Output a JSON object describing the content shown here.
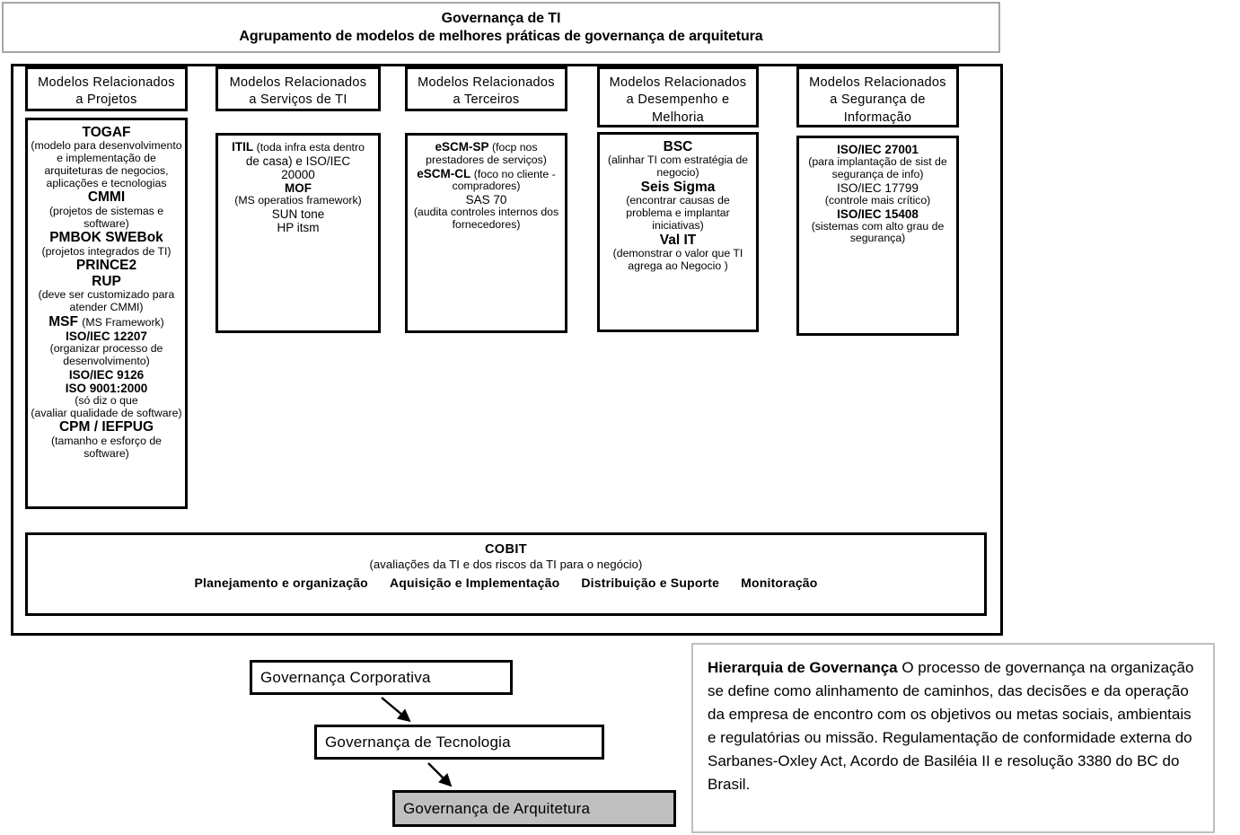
{
  "header": {
    "line1": "Governança de TI",
    "line2": "Agrupamento de modelos de melhores práticas de governança de arquitetura"
  },
  "columns": [
    {
      "id": "projetos",
      "title_line1": "Modelos  Relacionados",
      "title_line2": "a Projetos",
      "items": [
        {
          "name": "TOGAF",
          "weight": "bold",
          "size": "big"
        },
        {
          "name": "(modelo para desenvolvimento",
          "weight": "normal",
          "size": "sm"
        },
        {
          "name": "e implementação de",
          "weight": "normal",
          "size": "sm"
        },
        {
          "name": "arquiteturas de negocios,",
          "weight": "normal",
          "size": "sm"
        },
        {
          "name": "aplicações e tecnologias",
          "weight": "normal",
          "size": "sm"
        },
        {
          "name": "CMMI",
          "weight": "bold",
          "size": "big"
        },
        {
          "name": "(projetos de sistemas e",
          "weight": "normal",
          "size": "sm"
        },
        {
          "name": "software)",
          "weight": "normal",
          "size": "sm"
        },
        {
          "name": "PMBOK  SWEBok",
          "weight": "bold",
          "size": "big"
        },
        {
          "name": "(projetos integrados de TI)",
          "weight": "normal",
          "size": "sm"
        },
        {
          "name": "PRINCE2",
          "weight": "bold",
          "size": "big"
        },
        {
          "name": "RUP",
          "weight": "bold",
          "size": "big"
        },
        {
          "name": "(deve ser customizado para",
          "weight": "normal",
          "size": "sm"
        },
        {
          "name": "atender CMMI)",
          "weight": "normal",
          "size": "sm"
        },
        {
          "name": "MSF_MIXED",
          "weight": "mixed",
          "size": "big",
          "bold_part": "MSF ",
          "normal_part": "(MS Framework)"
        },
        {
          "name": "ISO/IEC 12207",
          "weight": "bold",
          "size": "mid"
        },
        {
          "name": "(organizar processo de",
          "weight": "normal",
          "size": "sm"
        },
        {
          "name": "desenvolvimento)",
          "weight": "normal",
          "size": "sm"
        },
        {
          "name": "ISO/IEC 9126",
          "weight": "bold",
          "size": "mid"
        },
        {
          "name": "ISO 9001:2000",
          "weight": "bold",
          "size": "mid"
        },
        {
          "name": "(só diz o que",
          "weight": "normal",
          "size": "sm"
        },
        {
          "name": "(avaliar qualidade de software)",
          "weight": "normal",
          "size": "sm"
        },
        {
          "name": "CPM / IEFPUG",
          "weight": "bold",
          "size": "big"
        },
        {
          "name": "(tamanho e esforço de",
          "weight": "normal",
          "size": "sm"
        },
        {
          "name": "software)",
          "weight": "normal",
          "size": "sm"
        }
      ]
    },
    {
      "id": "servicos",
      "title_line1": "Modelos  Relacionados",
      "title_line2": "a Serviços de TI",
      "items": [
        {
          "name": "ITIL_MIXED",
          "weight": "mixed",
          "size": "mid",
          "bold_part": "ITIL ",
          "normal_part": "(toda infra esta dentro"
        },
        {
          "name": "de casa) e ISO/IEC",
          "weight": "normal",
          "size": "mid"
        },
        {
          "name": "20000",
          "weight": "normal",
          "size": "mid"
        },
        {
          "name": "MOF",
          "weight": "bold",
          "size": "mid"
        },
        {
          "name": "(MS operatios framework)",
          "weight": "normal",
          "size": "sm"
        },
        {
          "name": "SUN tone",
          "weight": "normal",
          "size": "mid"
        },
        {
          "name": "HP itsm",
          "weight": "normal",
          "size": "mid"
        }
      ]
    },
    {
      "id": "terceiros",
      "title_line1": "Modelos  Relacionados",
      "title_line2": "a Terceiros",
      "items": [
        {
          "name": "ESCMSP_MIXED",
          "weight": "mixed",
          "size": "mid",
          "bold_part": "eSCM-SP ",
          "normal_part": "(focp nos"
        },
        {
          "name": "prestadores de serviços)",
          "weight": "normal",
          "size": "sm"
        },
        {
          "name": "ESCMCL_MIXED",
          "weight": "mixed",
          "size": "mid",
          "bold_part": "eSCM-CL ",
          "normal_part": " (foco no cliente -"
        },
        {
          "name": "compradores)",
          "weight": "normal",
          "size": "sm"
        },
        {
          "name": "SAS 70",
          "weight": "normal",
          "size": "mid"
        },
        {
          "name": "(audita controles internos dos",
          "weight": "normal",
          "size": "sm"
        },
        {
          "name": "fornecedores)",
          "weight": "normal",
          "size": "sm"
        }
      ]
    },
    {
      "id": "desempenho",
      "title_line1": "Modelos  Relacionados",
      "title_line2": "a Desempenho  e",
      "title_line3": "Melhoria",
      "items": [
        {
          "name": "BSC",
          "weight": "bold",
          "size": "big"
        },
        {
          "name": "(alinhar TI com estratégia de",
          "weight": "normal",
          "size": "sm"
        },
        {
          "name": "negocio)",
          "weight": "normal",
          "size": "sm"
        },
        {
          "name": "Seis Sigma",
          "weight": "bold",
          "size": "big"
        },
        {
          "name": "(encontrar causas de",
          "weight": "normal",
          "size": "sm"
        },
        {
          "name": "problema e implantar",
          "weight": "normal",
          "size": "sm"
        },
        {
          "name": "iniciativas)",
          "weight": "normal",
          "size": "sm"
        },
        {
          "name": "Val IT",
          "weight": "bold",
          "size": "big"
        },
        {
          "name": "(demonstrar o valor que TI",
          "weight": "normal",
          "size": "sm"
        },
        {
          "name": "agrega ao Negocio )",
          "weight": "normal",
          "size": "sm"
        }
      ]
    },
    {
      "id": "seguranca",
      "title_line1": "Modelos  Relacionados",
      "title_line2": "a Segurança de",
      "title_line3": "Informação",
      "items": [
        {
          "name": "ISO/IEC 27001",
          "weight": "bold",
          "size": "mid"
        },
        {
          "name": "(para implantação de sist de",
          "weight": "normal",
          "size": "sm"
        },
        {
          "name": "segurança de info)",
          "weight": "normal",
          "size": "sm"
        },
        {
          "name": "ISO/IEC 17799",
          "weight": "normal",
          "size": "mid"
        },
        {
          "name": "(controle mais crítico)",
          "weight": "normal",
          "size": "sm"
        },
        {
          "name": "ISO/IEC 15408",
          "weight": "bold",
          "size": "mid"
        },
        {
          "name": "(sistemas com alto grau de",
          "weight": "normal",
          "size": "sm"
        },
        {
          "name": "segurança)",
          "weight": "normal",
          "size": "sm"
        }
      ]
    }
  ],
  "cobit": {
    "title": "COBIT",
    "subtitle": "(avaliações da TI e dos riscos da TI para o negócio)",
    "domains": [
      "Planejamento  e organização",
      "Aquisição  e Implementação",
      "Distribuição  e Suporte",
      "Monitoração"
    ]
  },
  "hierarchy": {
    "boxes": [
      {
        "label": "Governança Corporativa",
        "fill": "#ffffff"
      },
      {
        "label": "Governança de Tecnologia",
        "fill": "#ffffff"
      },
      {
        "label": "Governança de Arquitetura",
        "fill": "#bfbfbf"
      }
    ]
  },
  "hierarquia_panel": {
    "lead": "Hierarquia de Governança",
    "body": " O processo de governança na organização se define como alinhamento de caminhos, das decisões e da operação da empresa de encontro com os objetivos ou metas sociais, ambientais e  regulatórias ou missão. Regulamentação de conformidade externa do Sarbanes-Oxley Act, Acordo de Basiléia II e resolução 3380 do BC do Brasil."
  },
  "colors": {
    "header_border": "#a6a6a6",
    "frame_border": "#000000",
    "highlight_fill": "#bfbfbf",
    "panel_border": "#bfbfbf"
  }
}
